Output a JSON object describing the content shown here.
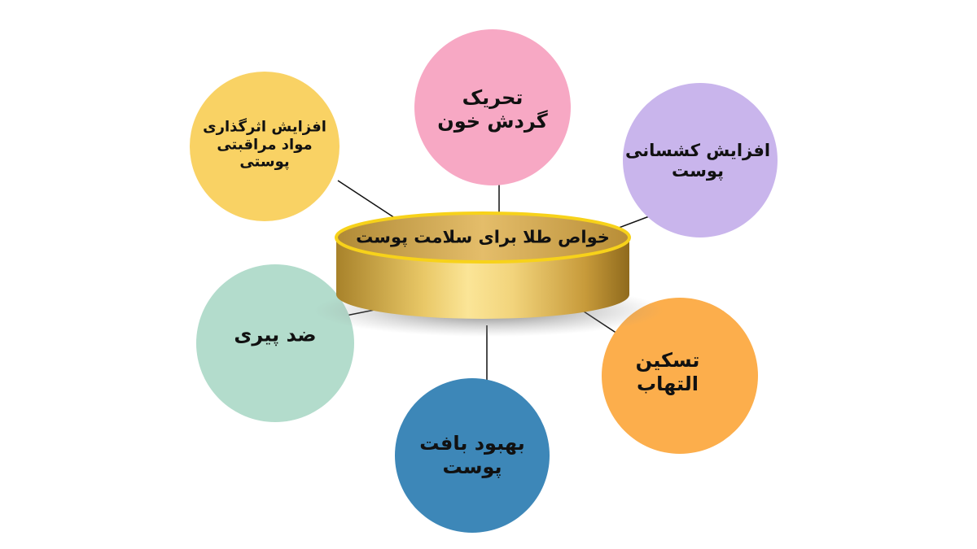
{
  "center": {
    "title": "خواص طلا برای سلامت پوست"
  },
  "nodes": [
    {
      "id": "yellow",
      "lines": [
        "افزایش اثرگذاری",
        "مواد مراقبتی",
        "پوستی"
      ],
      "color": "#f9d264"
    },
    {
      "id": "pink",
      "lines": [
        "تحریک",
        "گردش خون"
      ],
      "color": "#f7a8c4"
    },
    {
      "id": "purple",
      "lines": [
        "افزایش کشسانی",
        "پوست"
      ],
      "color": "#c9b5ec"
    },
    {
      "id": "green",
      "lines": [
        "ضد پیری"
      ],
      "color": "#b3dccc"
    },
    {
      "id": "blue",
      "lines": [
        "بهبود بافت",
        "پوست"
      ],
      "color": "#3d87b8"
    },
    {
      "id": "orange",
      "lines": [
        "تسکین",
        "التهاب"
      ],
      "color": "#fcae4c"
    }
  ]
}
